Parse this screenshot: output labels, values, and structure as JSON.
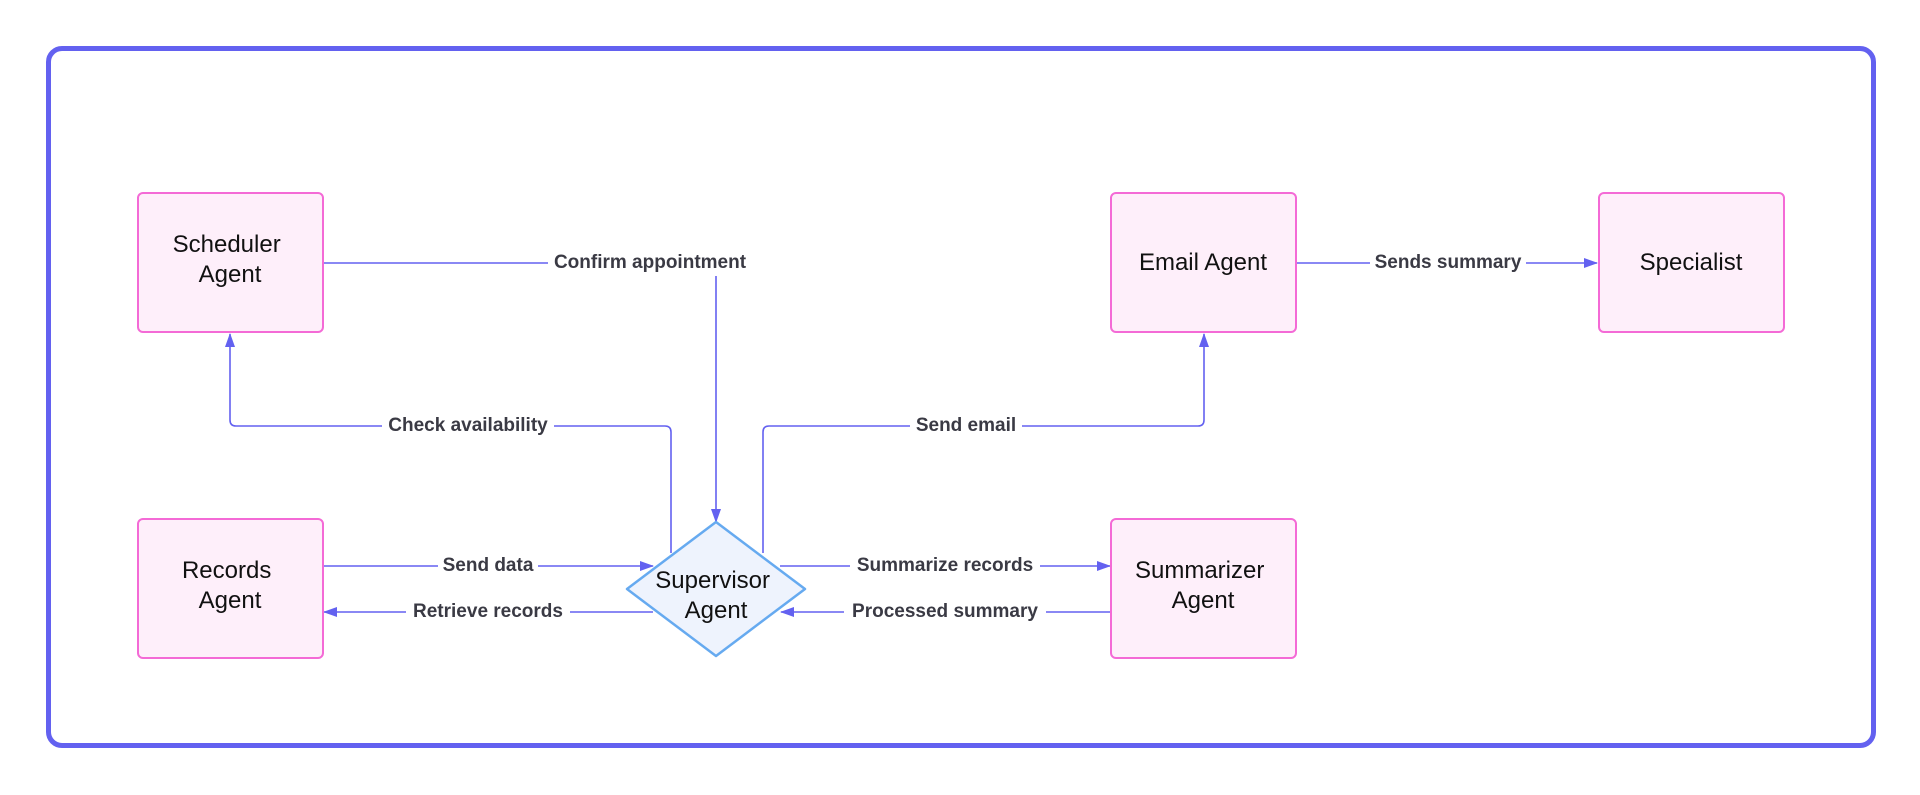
{
  "colors": {
    "frame": "#6361f0",
    "node_fill": "#feeffa",
    "node_stroke": "#f46ad6",
    "decision_fill": "#eef3fd",
    "decision_stroke": "#66aaf0",
    "edge": "#6361f0",
    "edge_label": "#3a3a44"
  },
  "nodes": {
    "scheduler": [
      "Scheduler",
      "Agent"
    ],
    "records": [
      "Records",
      "Agent"
    ],
    "email": [
      "Email Agent"
    ],
    "specialist": [
      "Specialist"
    ],
    "summarizer": [
      "Summarizer",
      "Agent"
    ],
    "supervisor": [
      "Supervisor",
      "Agent"
    ]
  },
  "edges": {
    "confirm_appointment": "Confirm appointment",
    "sends_summary": "Sends summary",
    "check_availability": "Check availability",
    "send_email": "Send email",
    "send_data": "Send data",
    "retrieve_records": "Retrieve records",
    "summarize_records": "Summarize records",
    "processed_summary": "Processed summary"
  }
}
